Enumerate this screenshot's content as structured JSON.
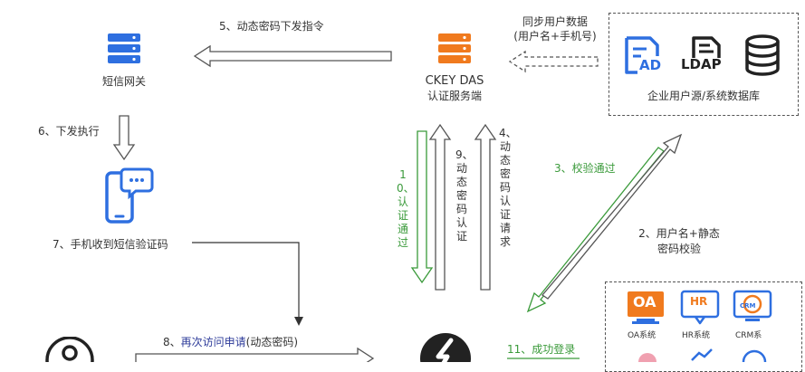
{
  "colors": {
    "blue": "#2e6fe0",
    "orange": "#f07a1e",
    "green": "#3a9a3a",
    "dark_blue": "#2e3c9a",
    "dark": "#222222",
    "arrow_gray": "#555555"
  },
  "nodes": {
    "sms_gateway": {
      "label": "短信网关",
      "icon": "server-icon"
    },
    "ckey_das": {
      "title": "CKEY DAS",
      "subtitle": "认证服务端",
      "icon": "server-icon"
    },
    "phone": {
      "icon": "smartphone-chat-icon"
    },
    "user": {
      "icon": "user-icon"
    },
    "ckey_logo": {
      "icon": "ckey-logo-icon"
    },
    "enterprise_db": {
      "label": "企业用户源/系统数据库",
      "icons": [
        {
          "name": "ad-icon",
          "text": "AD"
        },
        {
          "name": "ldap-icon",
          "text": "LDAP"
        },
        {
          "name": "database-icon",
          "text": ""
        }
      ]
    },
    "systems": [
      {
        "name": "oa-system",
        "text": "OA",
        "label": "OA系统"
      },
      {
        "name": "hr-system",
        "text": "HR",
        "label": "HR系统"
      },
      {
        "name": "crm-system",
        "text": "CRM",
        "label": "CRM系"
      }
    ]
  },
  "steps": {
    "s1_line1": "同步用户数据",
    "s1_line2": "(用户名+手机号)",
    "s2_line1": "2、用户名+静态",
    "s2_line2": "密码校验",
    "s3": "3、校验通过",
    "s4": "4、动态密码认证请求",
    "s5": "5、动态密码下发指令",
    "s6": "6、下发执行",
    "s7": "7、手机收到短信验证码",
    "s8_prefix": "8、",
    "s8_main": "再次访问申请",
    "s8_suffix": "(动态密码)",
    "s9": "9、动态密码认证",
    "s10": "10、认证通过",
    "s11": "11、成功登录"
  }
}
